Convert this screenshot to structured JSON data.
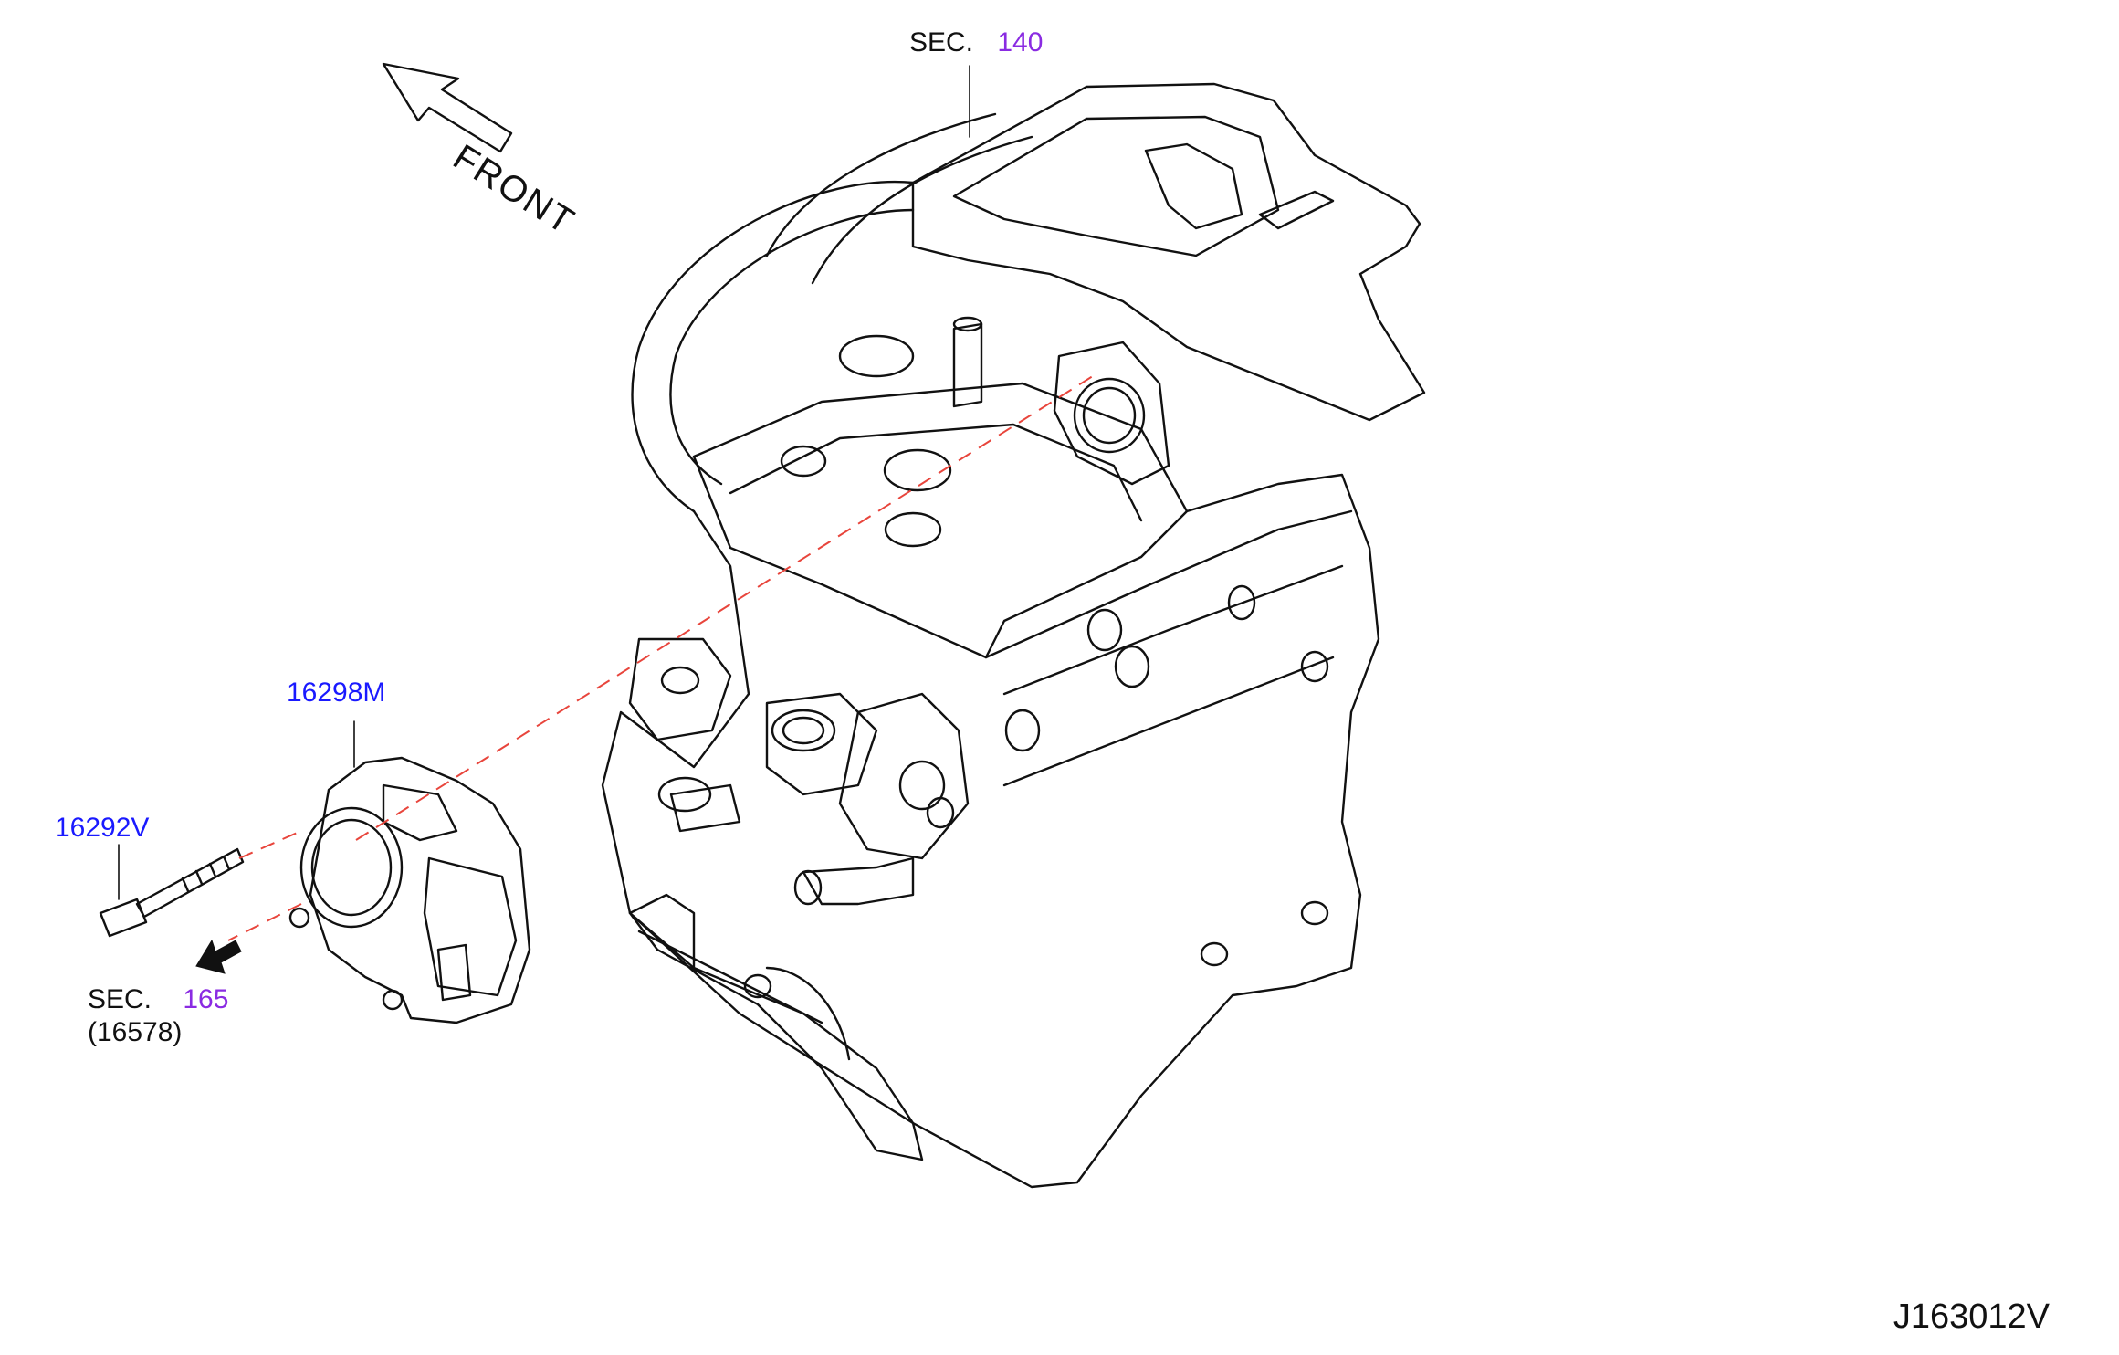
{
  "orientation_label": "FRONT",
  "sections": {
    "top": {
      "prefix": "SEC.",
      "number": "140"
    },
    "bottom": {
      "prefix": "SEC.",
      "number": "165",
      "sub": "(16578)"
    }
  },
  "parts": {
    "throttle_body": "16298M",
    "bolt": "16292V"
  },
  "diagram_code": "J163012V",
  "colors": {
    "part_label": "#1a1aff",
    "section_number": "#8a2be2",
    "line": "#111111",
    "leader_dash": "#e8453c"
  },
  "icons": [
    "front-arrow-icon",
    "direction-arrow-icon"
  ]
}
